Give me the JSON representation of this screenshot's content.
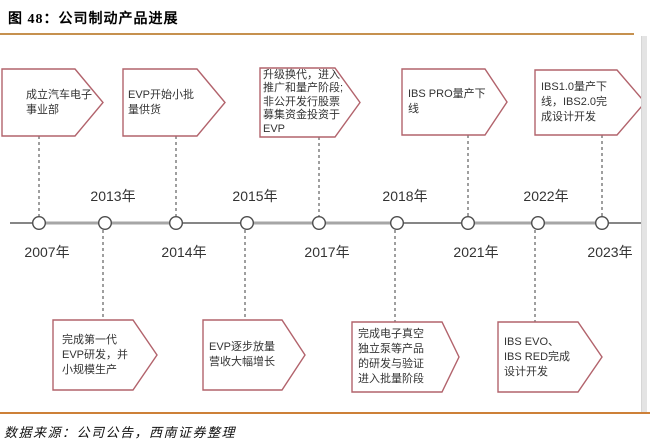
{
  "figure_title": "图 48：公司制动产品进展",
  "source_note": "数据来源：公司公告，西南证券整理",
  "colors": {
    "accent_rule": "#c6914f",
    "bottom_rule": "#cd8038",
    "milestone_border": "#b2636c",
    "timeline_gray": "#a6a6a6"
  },
  "timeline": {
    "nodes": [
      {
        "year": "2007年",
        "side": "below"
      },
      {
        "year": "2013年",
        "side": "above"
      },
      {
        "year": "2014年",
        "side": "below"
      },
      {
        "year": "2015年",
        "side": "above"
      },
      {
        "year": "2017年",
        "side": "below"
      },
      {
        "year": "2018年",
        "side": "above"
      },
      {
        "year": "2021年",
        "side": "below"
      },
      {
        "year": "2022年",
        "side": "above"
      },
      {
        "year": "2023年",
        "side": "below"
      }
    ]
  },
  "milestones": {
    "top": [
      {
        "text": "成立汽车电子\n事业部",
        "year": "2007年"
      },
      {
        "text": "EVP开始小批\n量供货",
        "year": "2014年"
      },
      {
        "text": "升级换代，进入\n推广和量产阶段;\n非公开发行股票\n募集资金投资于\nEVP",
        "year": "2017年"
      },
      {
        "text": "IBS PRO量产下\n线",
        "year": "2021年"
      },
      {
        "text": "IBS1.0量产下\n线，IBS2.0完\n成设计开发",
        "year": "2023年"
      }
    ],
    "bottom": [
      {
        "text": "完成第一代\nEVP研发，并\n小规模生产",
        "year": "2013年"
      },
      {
        "text": "EVP逐步放量\n营收大幅增长",
        "year": "2015年"
      },
      {
        "text": "完成电子真空\n独立泵等产品\n的研发与验证\n进入批量阶段",
        "year": "2018年"
      },
      {
        "text": "IBS EVO、\nIBS RED完成\n设计开发",
        "year": "2022年"
      }
    ]
  }
}
